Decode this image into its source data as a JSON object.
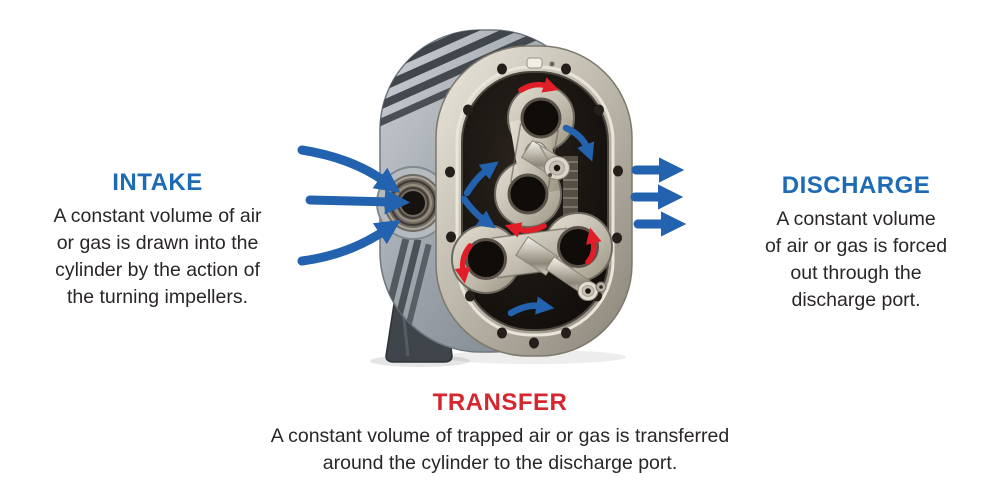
{
  "title": "Rotary lobe blower airflow diagram",
  "colors": {
    "background": "#ffffff",
    "heading_blue": "#1e6bb5",
    "heading_red": "#d6272f",
    "body_text": "#2a2627",
    "arrow_blue": "#2262af",
    "arrow_red": "#e11e28",
    "casing_gray": "#9aa1a8",
    "flange_metal": "#c2bdb0",
    "cavity_black": "#0f0c09"
  },
  "sections": {
    "intake": {
      "title": "INTAKE",
      "lines": [
        "A constant volume of air",
        "or gas is drawn into the",
        "cylinder by the action of",
        "the turning impellers."
      ]
    },
    "discharge": {
      "title": "DISCHARGE",
      "lines": [
        "A constant volume",
        "of air or gas is forced",
        "out through the",
        "discharge port."
      ]
    },
    "transfer": {
      "title": "TRANSFER",
      "lines": [
        "A constant volume of trapped air or gas is transferred",
        "around the cylinder to the discharge port."
      ]
    }
  }
}
